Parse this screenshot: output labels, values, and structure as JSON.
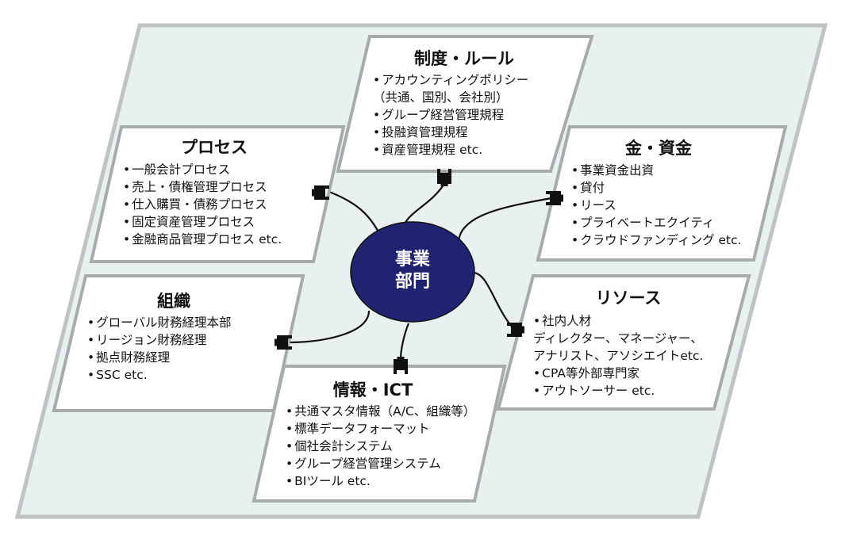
{
  "hub": {
    "line1": "事業",
    "line2": "部門"
  },
  "boxes": {
    "seido": {
      "title": "制度・ルール",
      "items": [
        "アカウンティングポリシー",
        "（共通、国別、会社別）",
        "グループ経営管理規程",
        "投融資管理規程",
        "資産管理規程 etc."
      ]
    },
    "process": {
      "title": "プロセス",
      "items": [
        "一般会計プロセス",
        "売上・債権管理プロセス",
        "仕入購買・債務プロセス",
        "固定資産管理プロセス",
        "金融商品管理プロセス etc."
      ]
    },
    "kane": {
      "title": "金・資金",
      "items": [
        "事業資金出資",
        "貸付",
        "リース",
        "プライベートエクイティ",
        "クラウドファンディング etc."
      ]
    },
    "soshiki": {
      "title": "組織",
      "items": [
        "グローバル財務経理本部",
        "リージョン財務経理",
        "拠点財務経理",
        "SSC etc."
      ]
    },
    "resource": {
      "title": "リソース",
      "items": [
        "社内人材",
        "ディレクター、マネージャー、",
        "アナリスト、アソシエイトetc.",
        "CPA等外部専門家",
        "アウトソーサー etc."
      ]
    },
    "ict": {
      "title": "情報・ICT",
      "items": [
        "共通マスタ情報（A/C、組織等）",
        "標準データフォーマット",
        "個社会計システム",
        "グループ経営管理システム",
        "BIツール etc."
      ]
    }
  },
  "colors": {
    "background": "#e8f1f0",
    "frame": "#bfc3c3",
    "box_fill": "#ffffff",
    "box_border": "#a7abab",
    "hub_fill": "#1f2370",
    "connector": "#111111"
  },
  "icons": {
    "plug": "plug-connector-icon"
  }
}
